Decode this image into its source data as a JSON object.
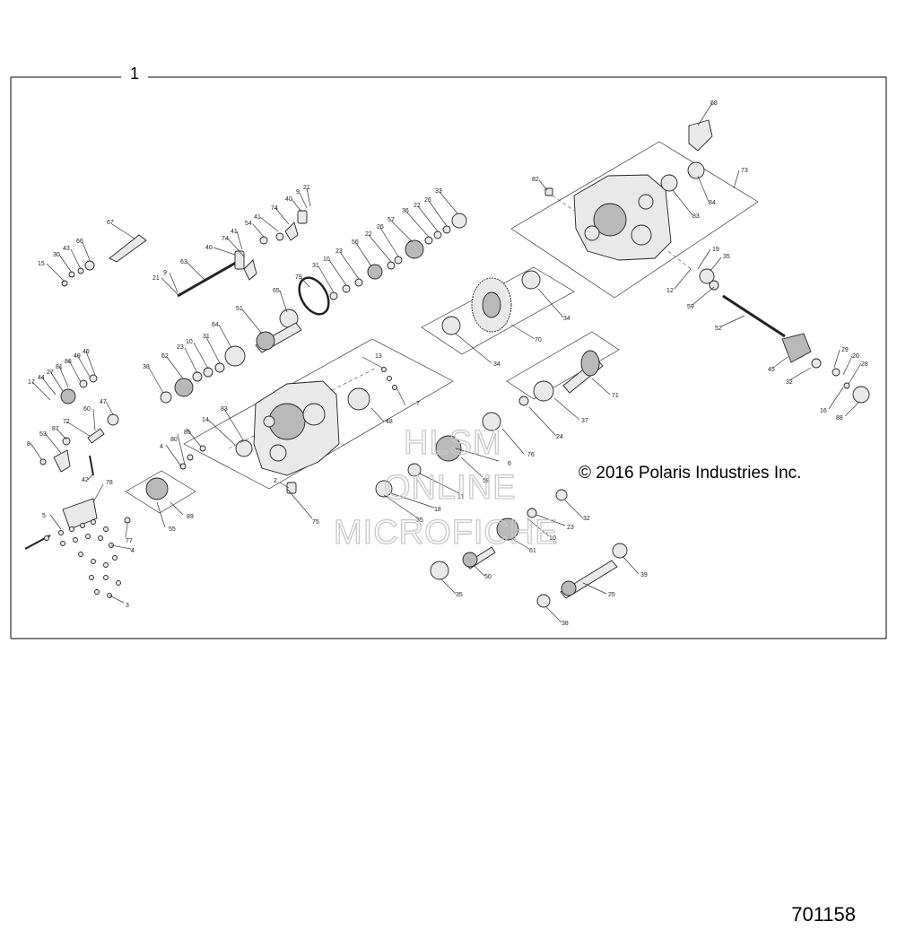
{
  "assembly_number": "1",
  "copyright": "© 2016 Polaris Industries Inc.",
  "document_number": "701158",
  "watermark": {
    "line1": "HLSM",
    "line2": "ONLINE",
    "line3": "MICROFICHE"
  },
  "callouts": {
    "c67": "67",
    "c15": "15",
    "c30": "30",
    "c43": "43",
    "c66": "66",
    "c9a": "9",
    "c21a": "21",
    "c63": "63",
    "c40a": "40",
    "c74a": "74",
    "c41a": "41",
    "c54": "54",
    "c41b": "41",
    "c74b": "74",
    "c40b": "40",
    "c9b": "9",
    "c21b": "21",
    "c79": "79",
    "c65": "65",
    "c31a": "31",
    "c10a": "10",
    "c23a": "23",
    "c56": "56",
    "c22a": "22",
    "c26a": "26",
    "c57": "57",
    "c36": "36",
    "c22b": "22",
    "c26b": "26",
    "c33": "33",
    "c51": "51",
    "c64": "64",
    "c31b": "31",
    "c10b": "10",
    "c23b": "23",
    "c62": "62",
    "c38a": "38",
    "c17": "17",
    "c44": "44",
    "c27": "27",
    "c81": "81",
    "c86": "86",
    "c49": "49",
    "c46": "46",
    "c47": "47",
    "c60": "60",
    "c53": "53",
    "c87": "87",
    "c72": "72",
    "c8": "8",
    "c42": "42",
    "c14": "14",
    "c83a": "83",
    "c80": "80",
    "c85": "85",
    "c4a": "4",
    "c2": "2",
    "c13": "13",
    "c7": "7",
    "c48": "48",
    "c75": "75",
    "c78": "78",
    "c89": "89",
    "c55": "55",
    "c5": "5",
    "c77": "77",
    "c4b": "4",
    "c3": "3",
    "c68": "68",
    "c82": "82",
    "c73": "73",
    "c84": "84",
    "c83b": "83",
    "c19": "19",
    "c35a": "35",
    "c12": "12",
    "c59": "59",
    "c52": "52",
    "c45": "45",
    "c32a": "32",
    "c29": "29",
    "c20": "20",
    "c28": "28",
    "c16": "16",
    "c88": "88",
    "c34a": "34",
    "c70": "70",
    "c34b": "34",
    "c71": "71",
    "c37": "37",
    "c24": "24",
    "c76": "76",
    "c6": "6",
    "c58": "58",
    "c11": "11",
    "c18": "18",
    "c35b": "35",
    "c32b": "32",
    "c23c": "23",
    "c10c": "10",
    "c61": "61",
    "c50": "50",
    "c35c": "35",
    "c39": "39",
    "c25": "25",
    "c38b": "38"
  }
}
